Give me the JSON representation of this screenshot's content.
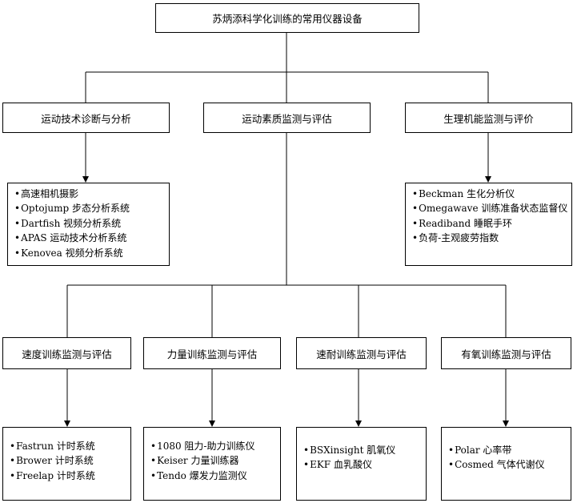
{
  "root": {
    "label": "苏炳添科学化训练的常用仪器设备"
  },
  "level1": [
    {
      "label": "运动技术诊断与分析",
      "items": [
        "高速相机摄影",
        "Optojump 步态分析系统",
        "Dartfish 视频分析系统",
        "APAS 运动技术分析系统",
        "Kenovea 视频分析系统"
      ]
    },
    {
      "label": "运动素质监测与评估"
    },
    {
      "label": "生理机能监测与评价",
      "items": [
        "Beckman 生化分析仪",
        "Omegawave 训练准备状态监督仪",
        "Readiband 睡眠手环",
        "负荷-主观疲劳指数"
      ]
    }
  ],
  "level2": [
    {
      "label": "速度训练监测与评估",
      "items": [
        "Fastrun 计时系统",
        "Brower 计时系统",
        "Freelap 计时系统"
      ]
    },
    {
      "label": "力量训练监测与评估",
      "items": [
        "1080 阻力-助力训练仪",
        "Keiser 力量训练器",
        "Tendo 爆发力监测仪"
      ]
    },
    {
      "label": "速耐训练监测与评估",
      "items": [
        "BSXinsight 肌氧仪",
        "EKF 血乳酸仪"
      ]
    },
    {
      "label": "有氧训练监测与评估",
      "items": [
        "Polar 心率带",
        "Cosmed 气体代谢仪"
      ]
    }
  ]
}
